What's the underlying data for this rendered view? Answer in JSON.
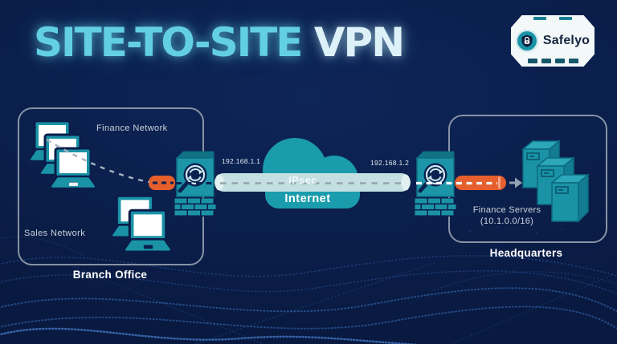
{
  "title": {
    "part1": "SITE-TO-SITE",
    "part2": " VPN"
  },
  "logo": {
    "brand": "Safelyo"
  },
  "branch_office": {
    "label": "Branch Office",
    "finance_network_label": "Finance Network",
    "sales_network_label": "Sales Network"
  },
  "headquarters": {
    "label": "Headquarters",
    "finance_servers_line1": "Finance Servers",
    "finance_servers_line2": "(10.1.0.0/16)"
  },
  "tunnel": {
    "left_ip": "192.168.1.1",
    "right_ip": "192.168.1.2",
    "protocol_label": "IPsec",
    "cloud_label": "Internet"
  },
  "icons": {
    "logo": "shield-lock-icon",
    "branch_devices": "laptop-icon",
    "gateways": "firewall-router-icon",
    "internet": "internet-cloud-icon",
    "hq_devices": "server-tower-icon",
    "flow": "arrow-right-icon"
  },
  "colors": {
    "background": "#0b1f4c",
    "title_cyan": "#63cfe3",
    "title_light": "#ddf1f8",
    "device_teal": "#1a93a7",
    "cloud_teal": "#1a9cad",
    "tunnel_pale": "#c3dfe1",
    "connector_orange": "#e65f2d",
    "box_border": "#8e9aab",
    "label_gray": "#c9d3dc",
    "wave_blue": "#2e62a8"
  }
}
